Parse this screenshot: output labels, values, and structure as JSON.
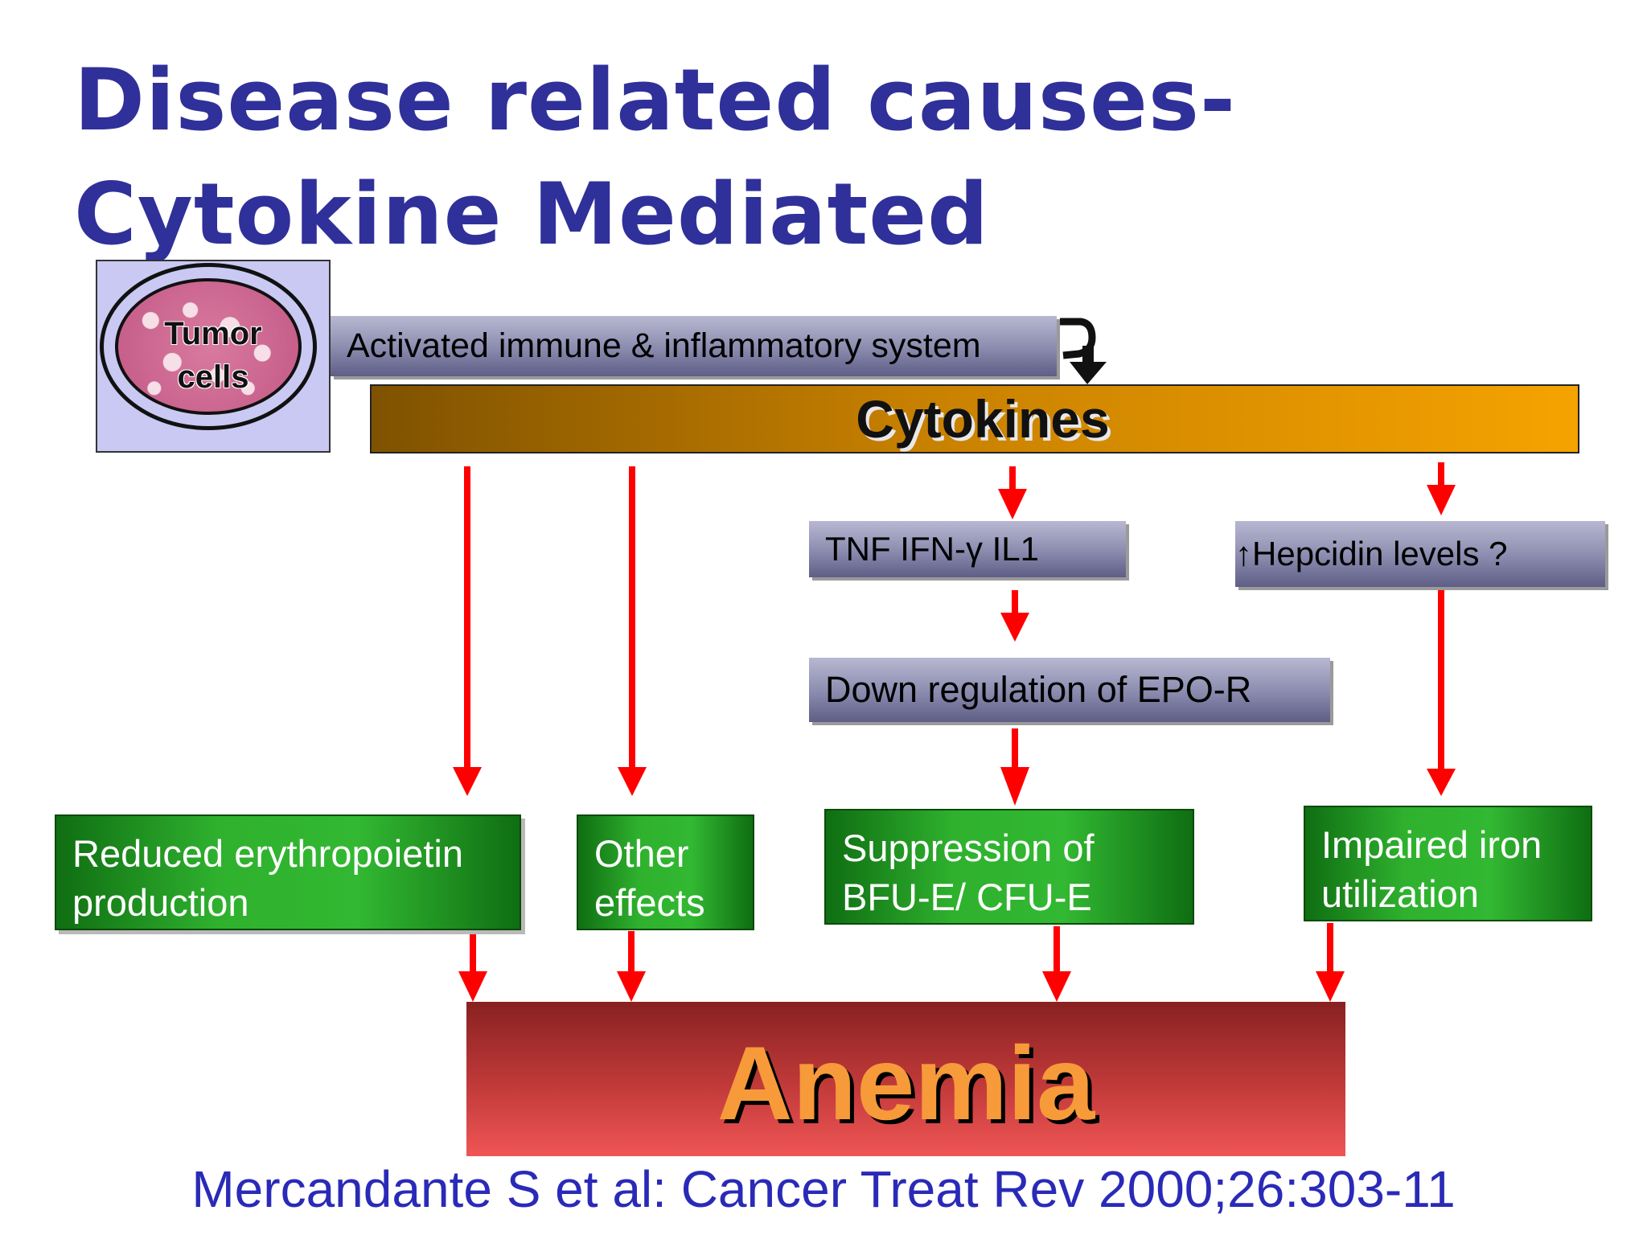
{
  "title": {
    "line1": "Disease related causes-",
    "line2": "Cytokine Mediated"
  },
  "tumor": {
    "line1": "Tumor",
    "line2": "cells"
  },
  "immune_box": "Activated immune & inflammatory system",
  "cytokines": "Cytokines",
  "tnf_box": "TNF IFN-γ IL1",
  "hepcidin_box": {
    "arrow": "↑",
    "text": "Hepcidin levels ?"
  },
  "epo_box": "Down regulation of EPO-R",
  "effects": [
    {
      "line1": "Reduced erythropoietin",
      "line2": "production"
    },
    {
      "line1": "Other",
      "line2": "effects"
    },
    {
      "line1": "Suppression of",
      "line2": "BFU-E/ CFU-E"
    },
    {
      "line1": "Impaired iron",
      "line2": "utilization"
    }
  ],
  "anemia": "Anemia",
  "citation": "Mercandante S et al: Cancer Treat Rev 2000;26:303-11",
  "colors": {
    "title": "#30309a",
    "arrow": "#ff0000",
    "green": "#2fb12e",
    "anemia_text": "#f79a3a",
    "citation": "#2a2ab8"
  }
}
